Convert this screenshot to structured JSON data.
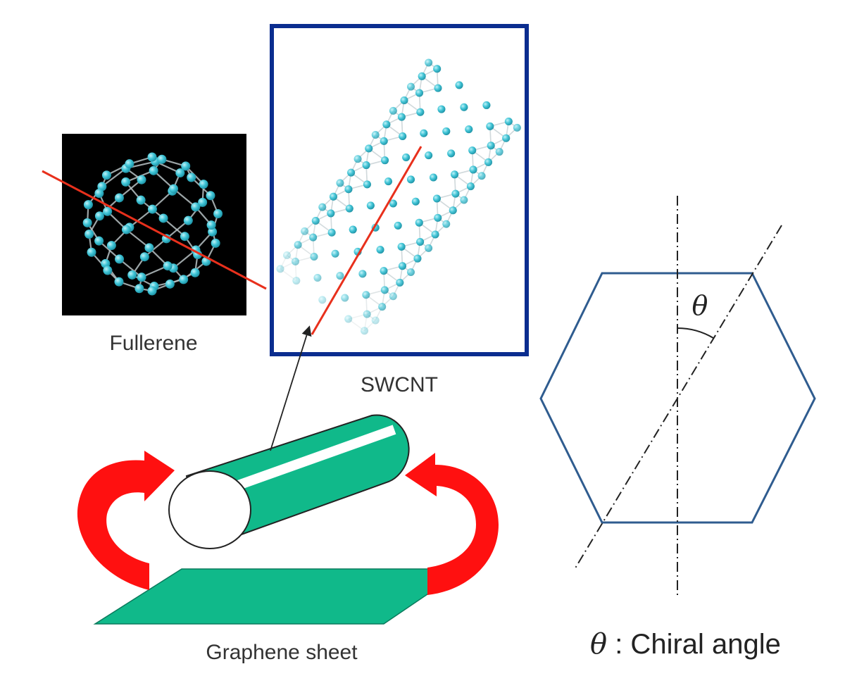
{
  "labels": {
    "fullerene": "Fullerene",
    "swcnt": "SWCNT",
    "graphene": "Graphene sheet",
    "theta": "θ",
    "chiral_theta": "θ",
    "chiral_text": " : Chiral angle"
  },
  "colors": {
    "fullerene_bg": "#000000",
    "atom": "#3fc4d6",
    "bond": "#9aa6aa",
    "swcnt_frame": "#0b2d8f",
    "axis_line": "#e8301c",
    "sheet": "#10b98a",
    "roll_arrow": "#ff1010",
    "hexagon": "#2f5c8f",
    "text": "#333333"
  },
  "icons": {
    "fullerene": "fullerene-molecule-icon",
    "nanotube": "nanotube-lattice-icon",
    "roll_arrow": "curved-arrow-icon"
  }
}
